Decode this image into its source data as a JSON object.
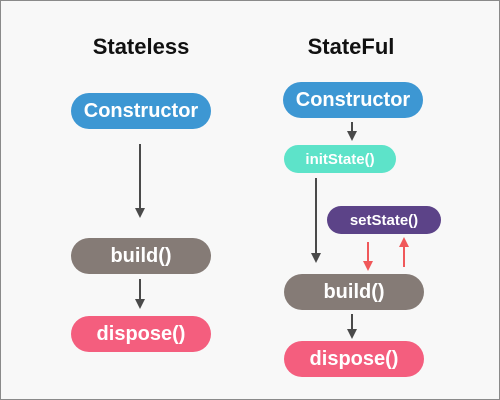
{
  "stateless": {
    "title": "Stateless",
    "constructor": "Constructor",
    "build": "build()",
    "dispose": "dispose()"
  },
  "stateful": {
    "title": "StateFul",
    "constructor": "Constructor",
    "init_state": "initState()",
    "set_state": "setState()",
    "build": "build()",
    "dispose": "dispose()"
  },
  "colors": {
    "constructor": "#3d97d3",
    "init_state": "#5de3c9",
    "set_state": "#5c4388",
    "build": "#857b76",
    "dispose": "#f45e7e",
    "arrow": "#4a4a4a",
    "update_arrow": "#f0585a"
  }
}
